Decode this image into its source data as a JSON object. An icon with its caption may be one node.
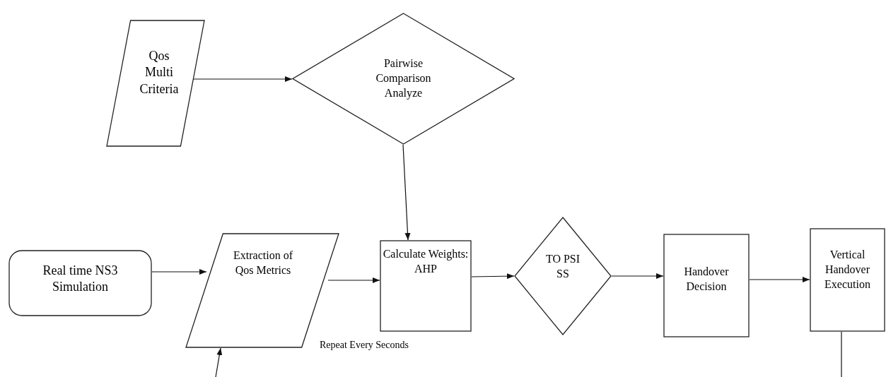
{
  "diagram": {
    "nodes": [
      {
        "text": [
          "Qos Multi Criteria"
        ]
      },
      {
        "text": [
          "Pairwise Comparison Analyze"
        ]
      },
      {
        "text": [
          "Real time NS3 Simulation"
        ]
      },
      {
        "text": [
          "Extraction of Qos Metrics"
        ]
      },
      {
        "text": [
          "Calculate Weights: AHP"
        ]
      },
      {
        "text": [
          "TO PSI SS"
        ]
      },
      {
        "text": [
          "Handover Decision"
        ]
      },
      {
        "text": [
          "Vertical Handover Execution"
        ]
      }
    ],
    "edges": [
      {
        "from": 0,
        "to": 1,
        "arrow": "to"
      },
      {
        "from": 1,
        "to": 4,
        "arrow": "to"
      },
      {
        "from": 2,
        "to": 3,
        "arrow": "to"
      },
      {
        "from": 3,
        "to": 4,
        "arrow": "to"
      },
      {
        "from": 4,
        "to": 5,
        "arrow": "to"
      },
      {
        "from": 5,
        "to": 6,
        "arrow": "to"
      },
      {
        "from": 6,
        "to": 7,
        "arrow": "to"
      },
      {
        "from": 7,
        "to": null,
        "arrow": "none"
      },
      {
        "from": null,
        "to": 3,
        "arrow": "to"
      }
    ],
    "labels": [
      "Repeat Every Seconds"
    ]
  }
}
